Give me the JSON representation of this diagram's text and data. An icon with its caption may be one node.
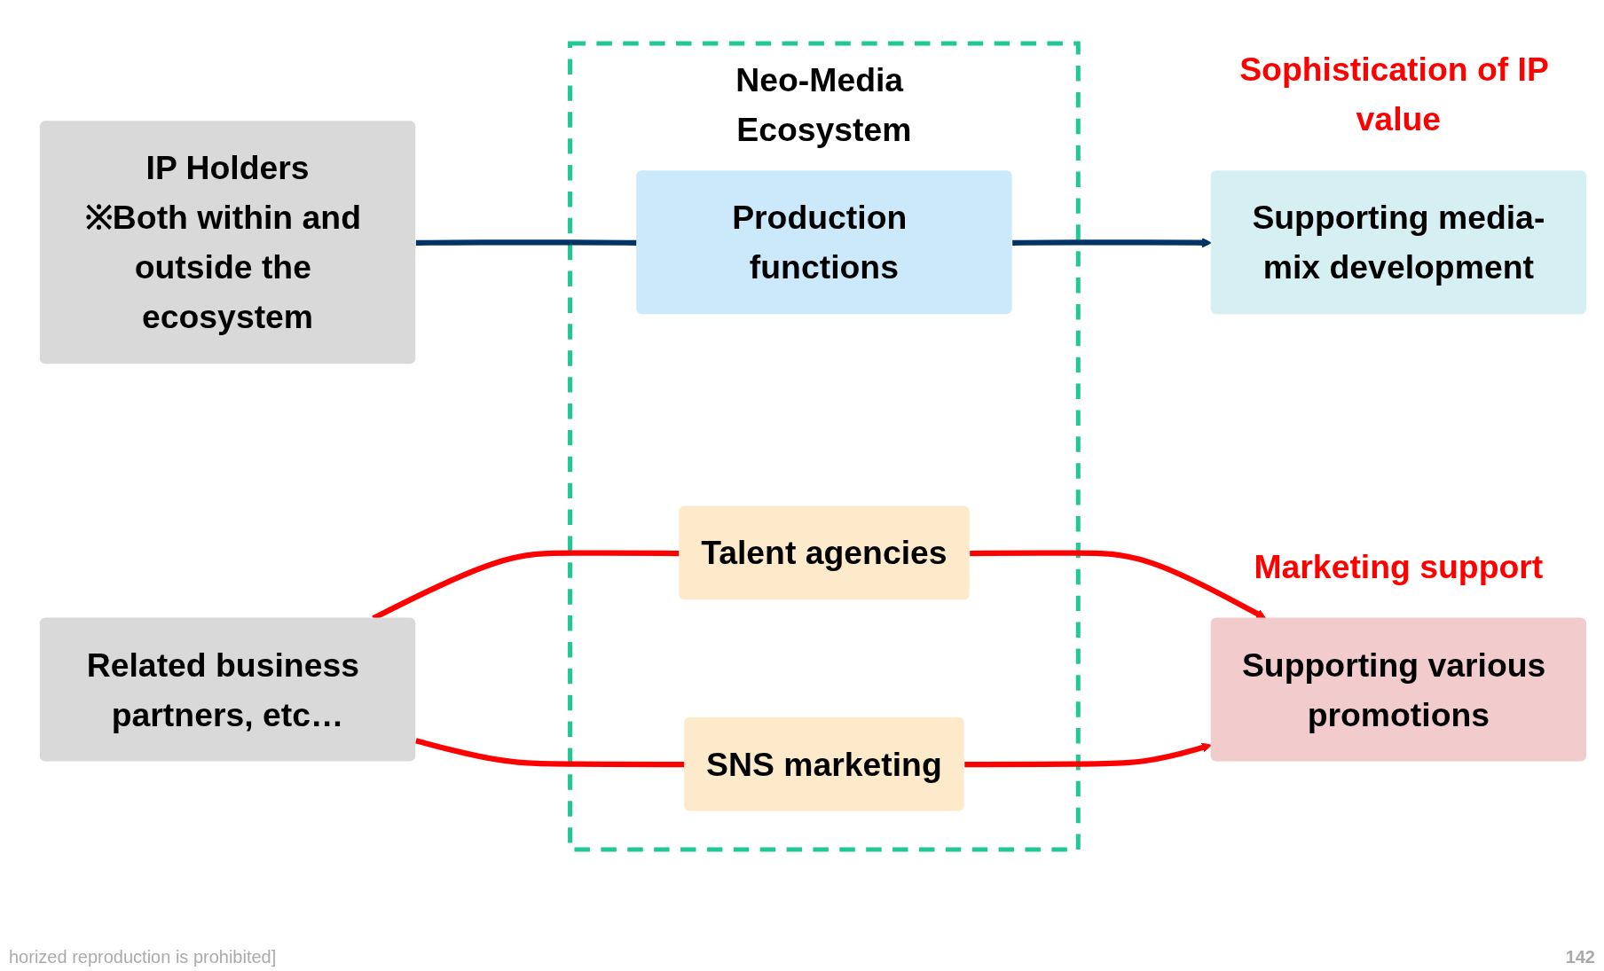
{
  "diagram": {
    "nodes": [
      {
        "text": [
          "IP Holders",
          "※Both within and outside the ecosystem"
        ]
      },
      {
        "text": [
          "Neo-Media Ecosystem"
        ]
      },
      {
        "text": [
          "Production functions"
        ],
        "in": 1
      },
      {
        "text": [
          "Supporting media-mix development"
        ],
        "beside": [
          "Sophistication of IP value"
        ]
      },
      {
        "text": [
          "Related business partners, etc…"
        ]
      },
      {
        "text": [
          "Talent agencies"
        ],
        "in": 1
      },
      {
        "text": [
          "SNS marketing"
        ],
        "in": 1
      },
      {
        "text": [
          "Supporting various promotions"
        ],
        "beside": [
          "Marketing support"
        ]
      }
    ],
    "edges": [
      {
        "from": 0,
        "to": 2,
        "arrow": "none",
        "color": "#003366"
      },
      {
        "from": 2,
        "to": 3,
        "arrow": "to",
        "color": "#003366"
      },
      {
        "from": 4,
        "to": 5,
        "arrow": "none",
        "color": "#ff0000"
      },
      {
        "from": 4,
        "to": 6,
        "arrow": "none",
        "color": "#ff0000"
      },
      {
        "from": 5,
        "to": 7,
        "arrow": "to",
        "color": "#ff0000"
      },
      {
        "from": 6,
        "to": 7,
        "arrow": "to",
        "color": "#ff0000"
      }
    ],
    "labels": [
      "horized reproduction is prohibited]",
      "142"
    ]
  }
}
